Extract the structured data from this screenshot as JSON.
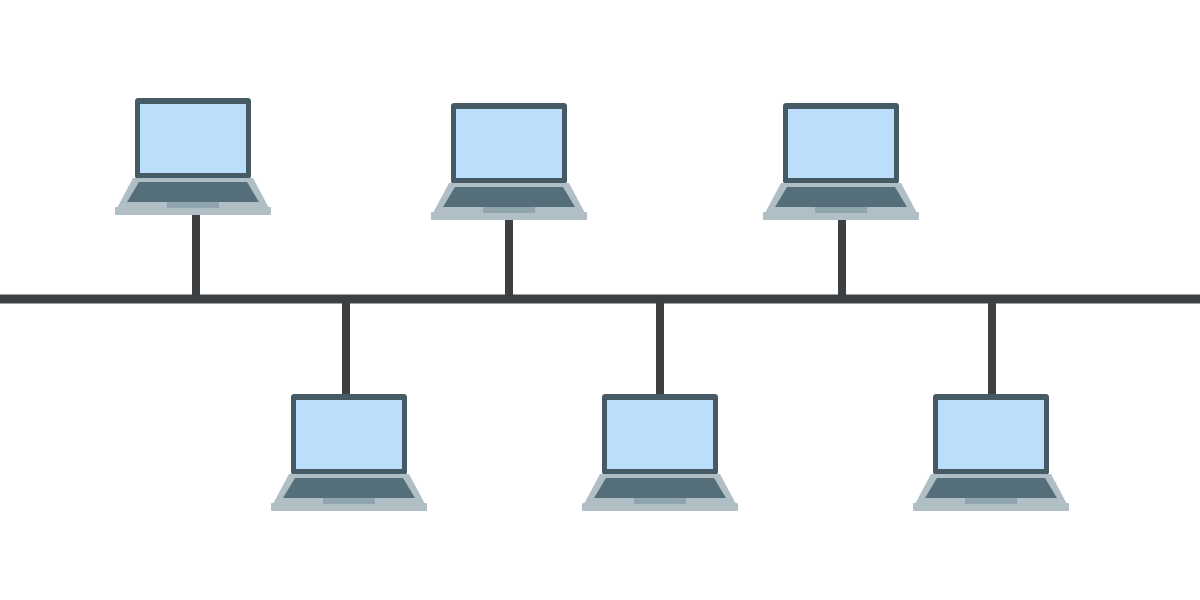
{
  "diagram": {
    "type": "bus-network-topology",
    "node_count": 6,
    "nodes": [
      {
        "icon": "laptop-icon",
        "side": "above",
        "order": 1
      },
      {
        "icon": "laptop-icon",
        "side": "below",
        "order": 2
      },
      {
        "icon": "laptop-icon",
        "side": "above",
        "order": 3
      },
      {
        "icon": "laptop-icon",
        "side": "below",
        "order": 4
      },
      {
        "icon": "laptop-icon",
        "side": "above",
        "order": 5
      },
      {
        "icon": "laptop-icon",
        "side": "below",
        "order": 6
      }
    ]
  },
  "colors": {
    "background": "#ffffff",
    "bus_line": "#3d4043",
    "laptop_frame": "#455a64",
    "laptop_screen": "#bbdefb",
    "laptop_keyboard": "#546e7a",
    "laptop_base": "#b0bec5"
  }
}
